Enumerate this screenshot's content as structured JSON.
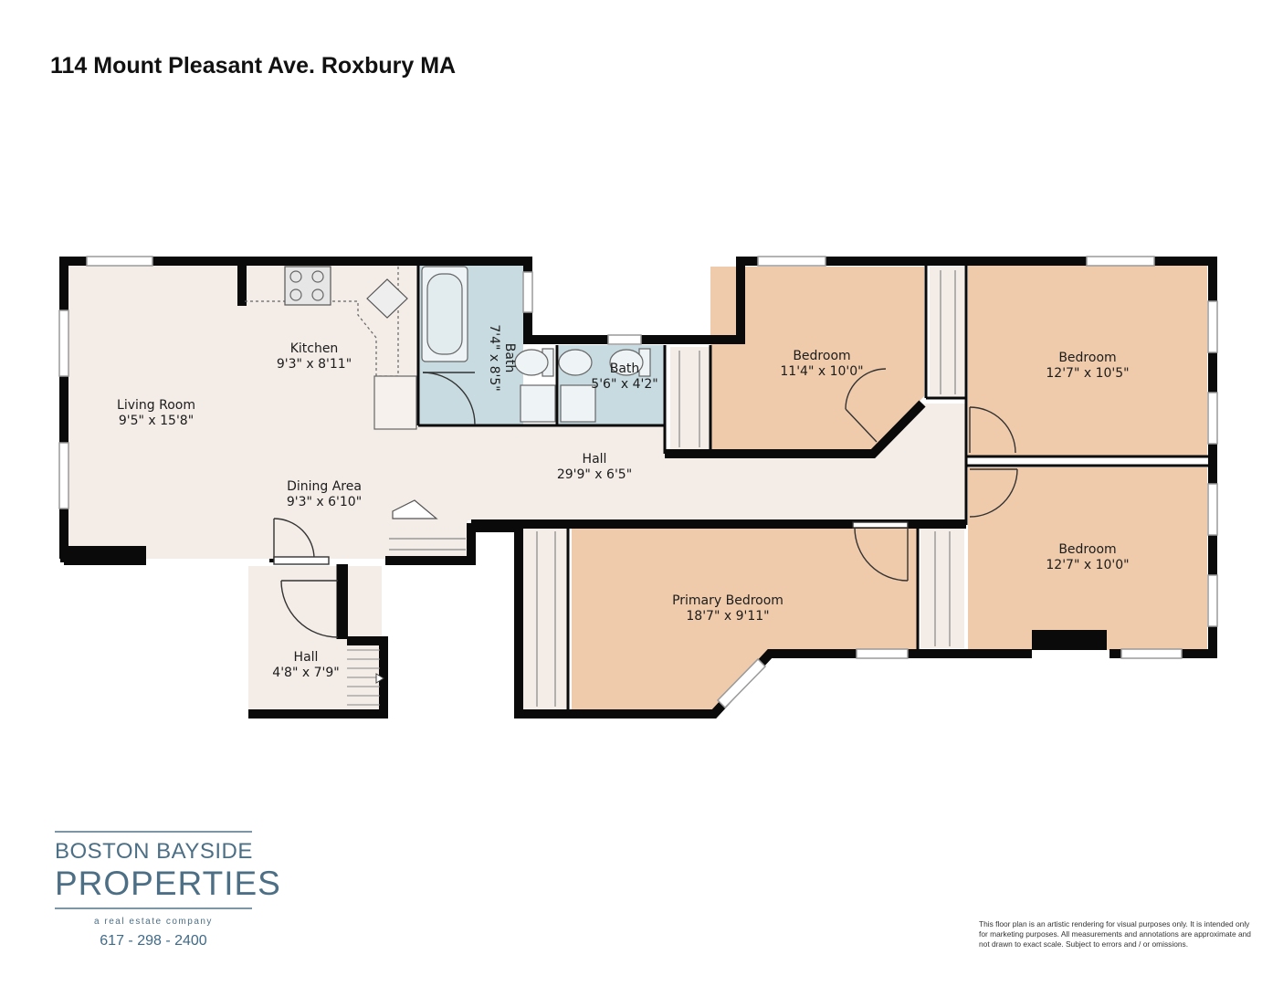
{
  "title": "114 Mount Pleasant Ave. Roxbury MA",
  "rooms": {
    "living_room": {
      "name": "Living Room",
      "size": "9'5\" x 15'8\""
    },
    "kitchen": {
      "name": "Kitchen",
      "size": "9'3\" x 8'11\""
    },
    "dining_area": {
      "name": "Dining Area",
      "size": "9'3\" x 6'10\""
    },
    "bath_1": {
      "name": "Bath",
      "size": "7'4\" x 8'5\""
    },
    "bath_2": {
      "name": "Bath",
      "size": "5'6\" x 4'2\""
    },
    "hall_main": {
      "name": "Hall",
      "size": "29'9\" x 6'5\""
    },
    "hall_entry": {
      "name": "Hall",
      "size": "4'8\" x 7'9\""
    },
    "bedroom_1": {
      "name": "Bedroom",
      "size": "11'4\" x 10'0\""
    },
    "bedroom_2": {
      "name": "Bedroom",
      "size": "12'7\" x 10'5\""
    },
    "bedroom_3": {
      "name": "Bedroom",
      "size": "12'7\" x 10'0\""
    },
    "primary_bedroom": {
      "name": "Primary Bedroom",
      "size": "18'7\" x 9'11\""
    }
  },
  "colors": {
    "floor": "#f3ece7",
    "bedroom": "#efcbab",
    "bath": "#c8dbe1",
    "wall": "#0a0a0a",
    "brand": "#4d6f85"
  },
  "logo": {
    "line1": "BOSTON BAYSIDE",
    "line2": "PROPERTIES",
    "tagline": "a real estate company"
  },
  "phone": "617 - 298 - 2400",
  "disclaimer": "This floor plan is an artistic rendering for visual purposes only. It is intended only for marketing purposes. All measurements and annotations are approximate and not drawn to exact scale. Subject to errors and / or omissions."
}
